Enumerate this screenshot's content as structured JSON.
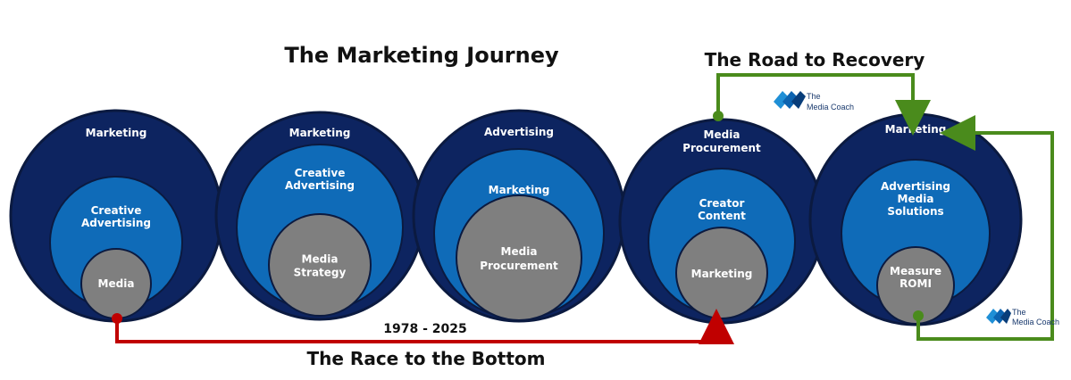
{
  "titles": {
    "main": "The Marketing Journey",
    "recovery": "The Road to Recovery",
    "race": "The Race to the Bottom",
    "years": "1978 - 2025"
  },
  "logo": {
    "line1": "The",
    "line2": "Media Coach",
    "icon": "media-coach-logo-icon"
  },
  "colors": {
    "outer": "#0d2460",
    "middle": "#0f6bb8",
    "inner": "#7f7f7f",
    "ring": "#0b1a40",
    "race_arrow": "#c00000",
    "recovery_arrow": "#4a8b1c"
  },
  "circles": [
    {
      "outer": "Marketing",
      "middle": [
        "Creative",
        "Advertising"
      ],
      "inner": [
        "Media"
      ]
    },
    {
      "outer": "Marketing",
      "middle": [
        "Creative",
        "Advertising"
      ],
      "inner": [
        "Media",
        "Strategy"
      ]
    },
    {
      "outer": "Advertising",
      "middle": [
        "Marketing"
      ],
      "inner": [
        "Media",
        "Procurement"
      ]
    },
    {
      "outer": "Media Procurement",
      "outer_lines": [
        "Media",
        "Procurement"
      ],
      "middle": [
        "Creator",
        "Content"
      ],
      "inner": [
        "Marketing"
      ]
    },
    {
      "outer": "Marketing",
      "middle": [
        "Advertising",
        "Media",
        "Solutions"
      ],
      "inner": [
        "Measure",
        "ROMI"
      ]
    }
  ]
}
